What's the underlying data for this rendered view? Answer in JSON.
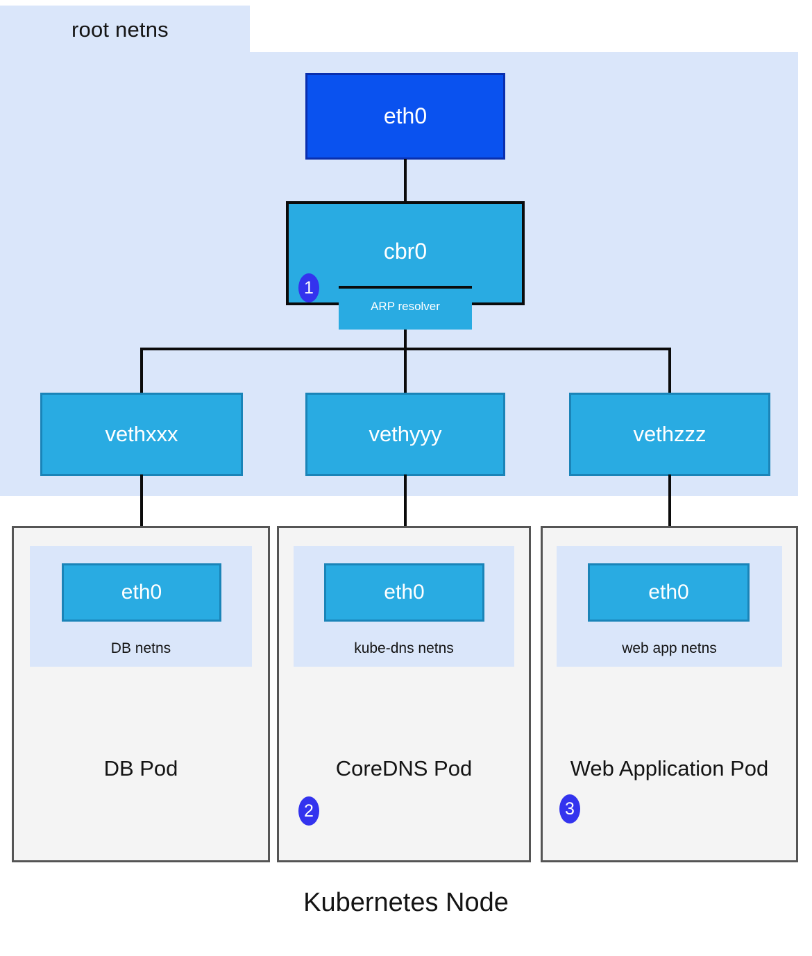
{
  "diagram": {
    "caption": "Kubernetes Node",
    "root_namespace": {
      "label": "root netns",
      "bg_color": "#dae6fa"
    },
    "nodes": {
      "host_eth0": {
        "label": "eth0",
        "color": "#0a52ef",
        "border_color": "#0a2fae"
      },
      "bridge": {
        "label": "cbr0",
        "color": "#29abe2",
        "border_color": "#0b0b0b"
      },
      "arp_resolver": {
        "label": "ARP resolver",
        "color": "#29abe2"
      }
    },
    "veth_interfaces": [
      {
        "label": "vethxxx",
        "color": "#29abe2"
      },
      {
        "label": "vethyyy",
        "color": "#29abe2"
      },
      {
        "label": "vethzzz",
        "color": "#29abe2"
      }
    ],
    "pods": [
      {
        "title": "DB Pod",
        "netns_label": "DB netns",
        "interface_label": "eth0",
        "badge": null
      },
      {
        "title": "CoreDNS Pod",
        "netns_label": "kube-dns netns",
        "interface_label": "eth0",
        "badge": "2"
      },
      {
        "title": "Web Application Pod",
        "netns_label": "web app netns",
        "interface_label": "eth0",
        "badge": "3"
      }
    ],
    "badges": {
      "step_one": "1",
      "step_two": "2",
      "step_three": "3",
      "color": "#3333ee",
      "text_color": "#ffffff"
    },
    "palette": {
      "netns_background": "#dae6fa",
      "pod_background": "#f4f4f4",
      "pod_border": "#555555",
      "interface_blue": "#29abe2",
      "host_nic_blue": "#0a52ef",
      "connector": "#0b0b0b",
      "page_background": "#ffffff"
    }
  }
}
